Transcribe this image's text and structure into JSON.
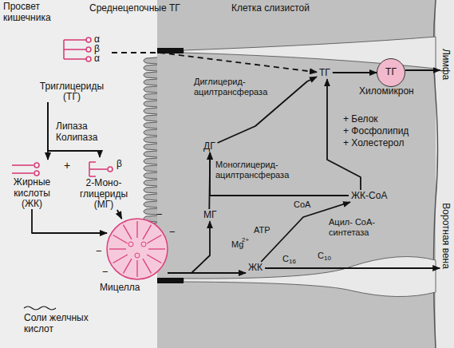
{
  "diagram": {
    "nodes": [
      {
        "text": [
          "Триглицериды (ТГ)"
        ]
      },
      {
        "text": [
          "Жирные кислоты (ЖК)"
        ]
      },
      {
        "text": [
          "2-Моно- глицериды (МГ)"
        ]
      },
      {
        "text": [
          "Мицелла"
        ]
      },
      {
        "text": [
          "МГ"
        ]
      },
      {
        "text": [
          "ДГ"
        ]
      },
      {
        "text": [
          "ТГ"
        ]
      },
      {
        "text": [
          "ЖК-СоА"
        ]
      },
      {
        "text": [
          "ЖК"
        ]
      },
      {
        "text": [
          "ТГ"
        ]
      },
      {
        "text": [
          "Лимфа"
        ]
      },
      {
        "text": [
          "Воротная вена"
        ]
      }
    ],
    "edges": [
      {
        "from": 0,
        "to": 1,
        "arrow": "to"
      },
      {
        "from": 0,
        "to": 2,
        "arrow": "to"
      },
      {
        "from": 1,
        "to": 3,
        "arrow": "to"
      },
      {
        "from": 2,
        "to": 3,
        "arrow": "to"
      },
      {
        "from": 3,
        "to": 4,
        "arrow": "to"
      },
      {
        "from": 3,
        "to": 8,
        "arrow": "to"
      },
      {
        "from": 8,
        "to": 11,
        "arrow": "to"
      },
      {
        "from": 8,
        "to": 7,
        "arrow": "to"
      },
      {
        "from": 7,
        "to": 5,
        "arrow": "to"
      },
      {
        "from": 7,
        "to": 6,
        "arrow": "to"
      },
      {
        "from": 5,
        "to": 6,
        "arrow": "to"
      },
      {
        "from": 0,
        "to": 6,
        "arrow": "to"
      },
      {
        "from": 6,
        "to": 9,
        "arrow": "to"
      },
      {
        "from": 9,
        "to": 10,
        "arrow": "to"
      },
      {
        "from": 4,
        "to": 5,
        "arrow": "to"
      }
    ],
    "labels": [
      "Просвет кишечника",
      "Среднецепочные ТГ",
      "Клетка слизистой",
      "α",
      "β",
      "α",
      "Липаза Колипаза",
      "+",
      "β",
      "−",
      "−",
      "−",
      "−",
      "Соли желчных кислот",
      "Диглицерид- ацилтрансфераза",
      "Хиломикрон",
      "+ Белок",
      "+ Фосфолипид",
      "+ Холестерол",
      "Моноглицерид- ацилтрансфераза",
      "CoA",
      "ATP",
      "Mg",
      "2+",
      "Ацил- СоА-синтетаза",
      "C",
      "16",
      "C",
      "10"
    ]
  }
}
